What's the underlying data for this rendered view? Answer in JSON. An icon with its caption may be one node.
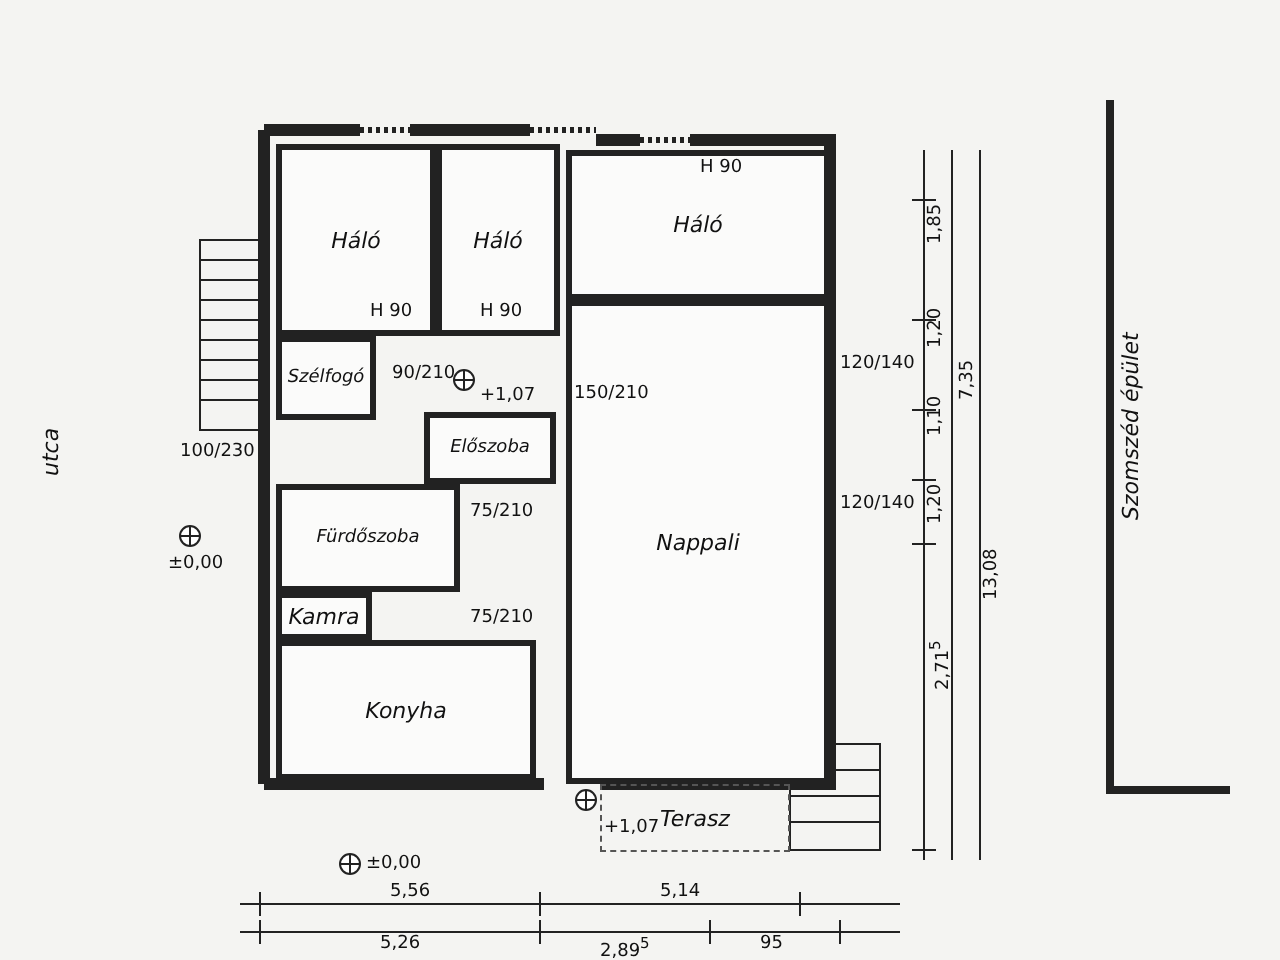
{
  "diagram": {
    "nodes": [
      {
        "text": [
          "Háló"
        ]
      },
      {
        "text": [
          "Háló"
        ]
      },
      {
        "text": [
          "Háló"
        ]
      },
      {
        "text": [
          "Szélfogó"
        ]
      },
      {
        "text": [
          "Előszoba"
        ]
      },
      {
        "text": [
          "Nappali"
        ]
      },
      {
        "text": [
          "Fürdőszoba"
        ]
      },
      {
        "text": [
          "Kamra"
        ]
      },
      {
        "text": [
          "Konyha"
        ]
      },
      {
        "text": [
          "Terasz"
        ]
      }
    ],
    "labels": [
      "H 90",
      "H 90",
      "H 90",
      "1,85",
      "100/230",
      "90/210",
      "+1,07",
      "150/210",
      "120/140",
      "1,20",
      "7,35",
      "1,10",
      "120/140",
      "1,20",
      "13,08",
      "utca",
      "75/210",
      "Szomszéd épület",
      "±0,00",
      "75/210",
      "2,71$^{5}$",
      "+1,07",
      "±0,00",
      "5,56",
      "5,14",
      "5,26",
      "2,89$^{5}$",
      "95"
    ]
  }
}
